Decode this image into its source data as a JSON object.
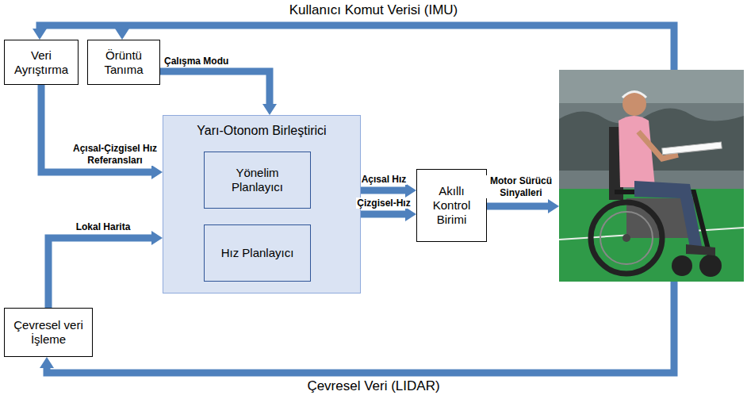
{
  "diagram": {
    "nodes": [
      {
        "text": [
          "Veri Ayrıştırma"
        ]
      },
      {
        "text": [
          "Örüntü Tanıma"
        ]
      },
      {
        "text": [
          "Yarı-Otonom Birleştirici"
        ]
      },
      {
        "text": [
          "Yönelim Planlayıcı"
        ],
        "in": 2
      },
      {
        "text": [
          "Hız Planlayıcı"
        ],
        "in": 2
      },
      {
        "text": [
          "Akıllı Kontrol Birimi"
        ]
      },
      {
        "text": [
          "Çevresel veri İşleme"
        ]
      }
    ],
    "edges": [
      {
        "from": 0,
        "to": 2,
        "label": "Açısal-Çizgisel Hız Referansları",
        "arrow": "to"
      },
      {
        "from": 1,
        "to": 2,
        "label": "Çalışma Modu",
        "arrow": "to"
      },
      {
        "from": 6,
        "to": 2,
        "label": "Lokal Harita",
        "arrow": "to"
      },
      {
        "from": 2,
        "to": 5,
        "label": "Açısal Hız",
        "arrow": "to"
      },
      {
        "from": 2,
        "to": 5,
        "label": "Çizgisel-Hız",
        "arrow": "to"
      }
    ],
    "labels": [
      "Kullanıcı Komut Verisi (IMU)",
      "Motor Sürücü Sinyalleri",
      "Çevresel Veri (LIDAR)"
    ]
  }
}
